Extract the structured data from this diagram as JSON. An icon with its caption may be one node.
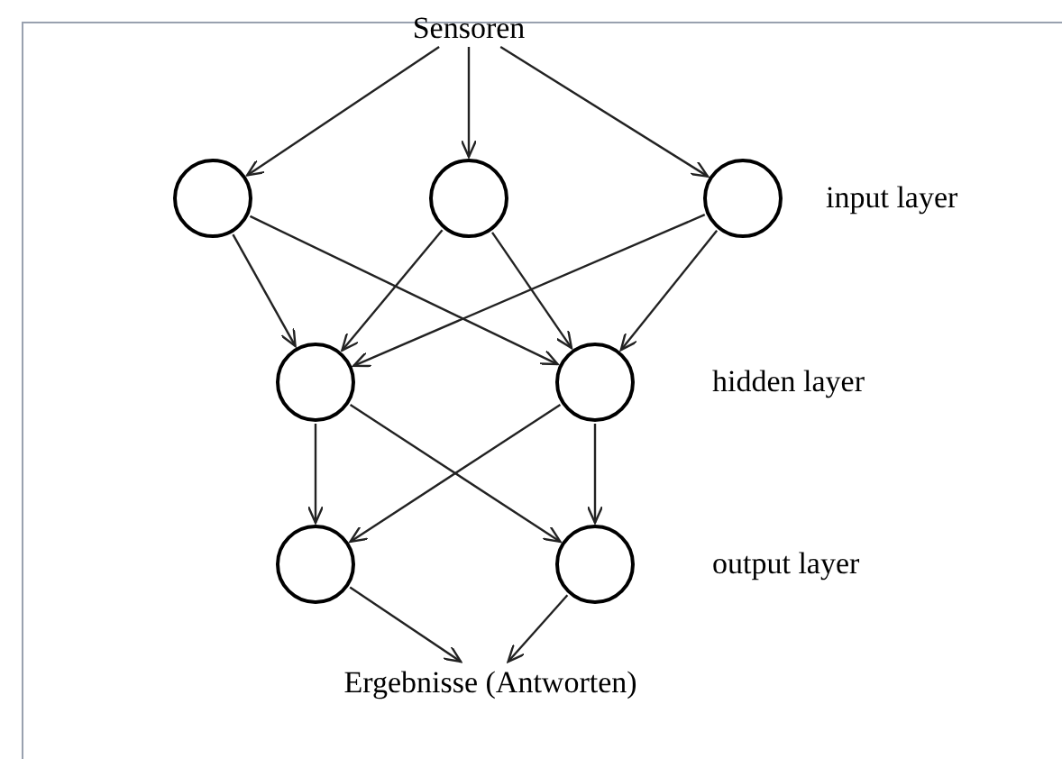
{
  "diagram": {
    "nodes": [
      {
        "text": [
          "Sensoren"
        ]
      },
      {
        "text": [],
        "shape": "circle"
      },
      {
        "text": [],
        "shape": "circle"
      },
      {
        "text": [],
        "shape": "circle"
      },
      {
        "text": [],
        "shape": "circle"
      },
      {
        "text": [],
        "shape": "circle"
      },
      {
        "text": [],
        "shape": "circle"
      },
      {
        "text": [],
        "shape": "circle"
      },
      {
        "text": [
          "Ergebnisse (Antworten)"
        ]
      }
    ],
    "edges": [
      {
        "from": 0,
        "to": 1,
        "arrow": "to"
      },
      {
        "from": 0,
        "to": 2,
        "arrow": "to"
      },
      {
        "from": 0,
        "to": 3,
        "arrow": "to"
      },
      {
        "from": 1,
        "to": 4,
        "arrow": "to"
      },
      {
        "from": 1,
        "to": 5,
        "arrow": "to"
      },
      {
        "from": 2,
        "to": 4,
        "arrow": "to"
      },
      {
        "from": 2,
        "to": 5,
        "arrow": "to"
      },
      {
        "from": 3,
        "to": 4,
        "arrow": "to"
      },
      {
        "from": 3,
        "to": 5,
        "arrow": "to"
      },
      {
        "from": 4,
        "to": 6,
        "arrow": "to"
      },
      {
        "from": 4,
        "to": 7,
        "arrow": "to"
      },
      {
        "from": 5,
        "to": 6,
        "arrow": "to"
      },
      {
        "from": 5,
        "to": 7,
        "arrow": "to"
      },
      {
        "from": 6,
        "to": 8,
        "arrow": "to"
      },
      {
        "from": 7,
        "to": 8,
        "arrow": "to"
      }
    ],
    "labels": [
      "input layer",
      "hidden layer",
      "output layer"
    ]
  }
}
